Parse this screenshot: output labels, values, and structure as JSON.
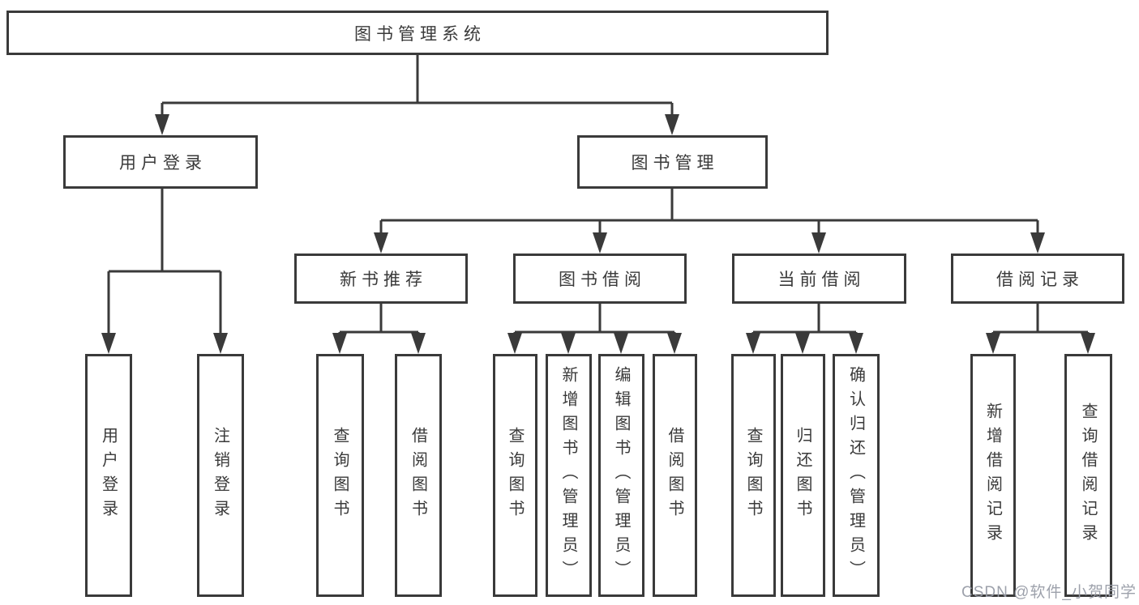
{
  "diagram_title": "图书管理系统",
  "nodes": {
    "root": "图书管理系统",
    "user_login": "用户登录",
    "book_management": "图书管理",
    "login_action": "用户登录",
    "logout_action": "注销登录",
    "new_book_recommend": "新书推荐",
    "book_borrowing": "图书借阅",
    "current_borrowing": "当前借阅",
    "borrowing_records": "借阅记录",
    "nbr_query_books": "查询图书",
    "nbr_borrow_books": "借阅图书",
    "bb_query_books": "查询图书",
    "bb_add_books": "新增图书（管理员）",
    "bb_edit_books": "编辑图书（管理员）",
    "bb_borrow_books": "借阅图书",
    "cb_query_books": "查询图书",
    "cb_return_books": "归还图书",
    "cb_confirm_return": "确认归还（管理员）",
    "br_add_record": "新增借阅记录",
    "br_query_record": "查询借阅记录"
  },
  "edges": [
    {
      "from": "图书管理系统",
      "to": "用户登录"
    },
    {
      "from": "图书管理系统",
      "to": "图书管理"
    },
    {
      "from": "用户登录",
      "to": "用户登录"
    },
    {
      "from": "用户登录",
      "to": "注销登录"
    },
    {
      "from": "图书管理",
      "to": "新书推荐"
    },
    {
      "from": "图书管理",
      "to": "图书借阅"
    },
    {
      "from": "图书管理",
      "to": "当前借阅"
    },
    {
      "from": "图书管理",
      "to": "借阅记录"
    },
    {
      "from": "新书推荐",
      "to": "查询图书"
    },
    {
      "from": "新书推荐",
      "to": "借阅图书"
    },
    {
      "from": "图书借阅",
      "to": "查询图书"
    },
    {
      "from": "图书借阅",
      "to": "新增图书（管理员）"
    },
    {
      "from": "图书借阅",
      "to": "编辑图书（管理员）"
    },
    {
      "from": "图书借阅",
      "to": "借阅图书"
    },
    {
      "from": "当前借阅",
      "to": "查询图书"
    },
    {
      "from": "当前借阅",
      "to": "归还图书"
    },
    {
      "from": "当前借阅",
      "to": "确认归还（管理员）"
    },
    {
      "from": "借阅记录",
      "to": "新增借阅记录"
    },
    {
      "from": "借阅记录",
      "to": "查询借阅记录"
    }
  ],
  "watermark": "CSDN @软件_小贺同学",
  "colors": {
    "line": "#3a3a3a",
    "text": "#3a3a3a",
    "box_fill": "#ffffff",
    "background": "#ffffff",
    "watermark": "#989ca6"
  }
}
